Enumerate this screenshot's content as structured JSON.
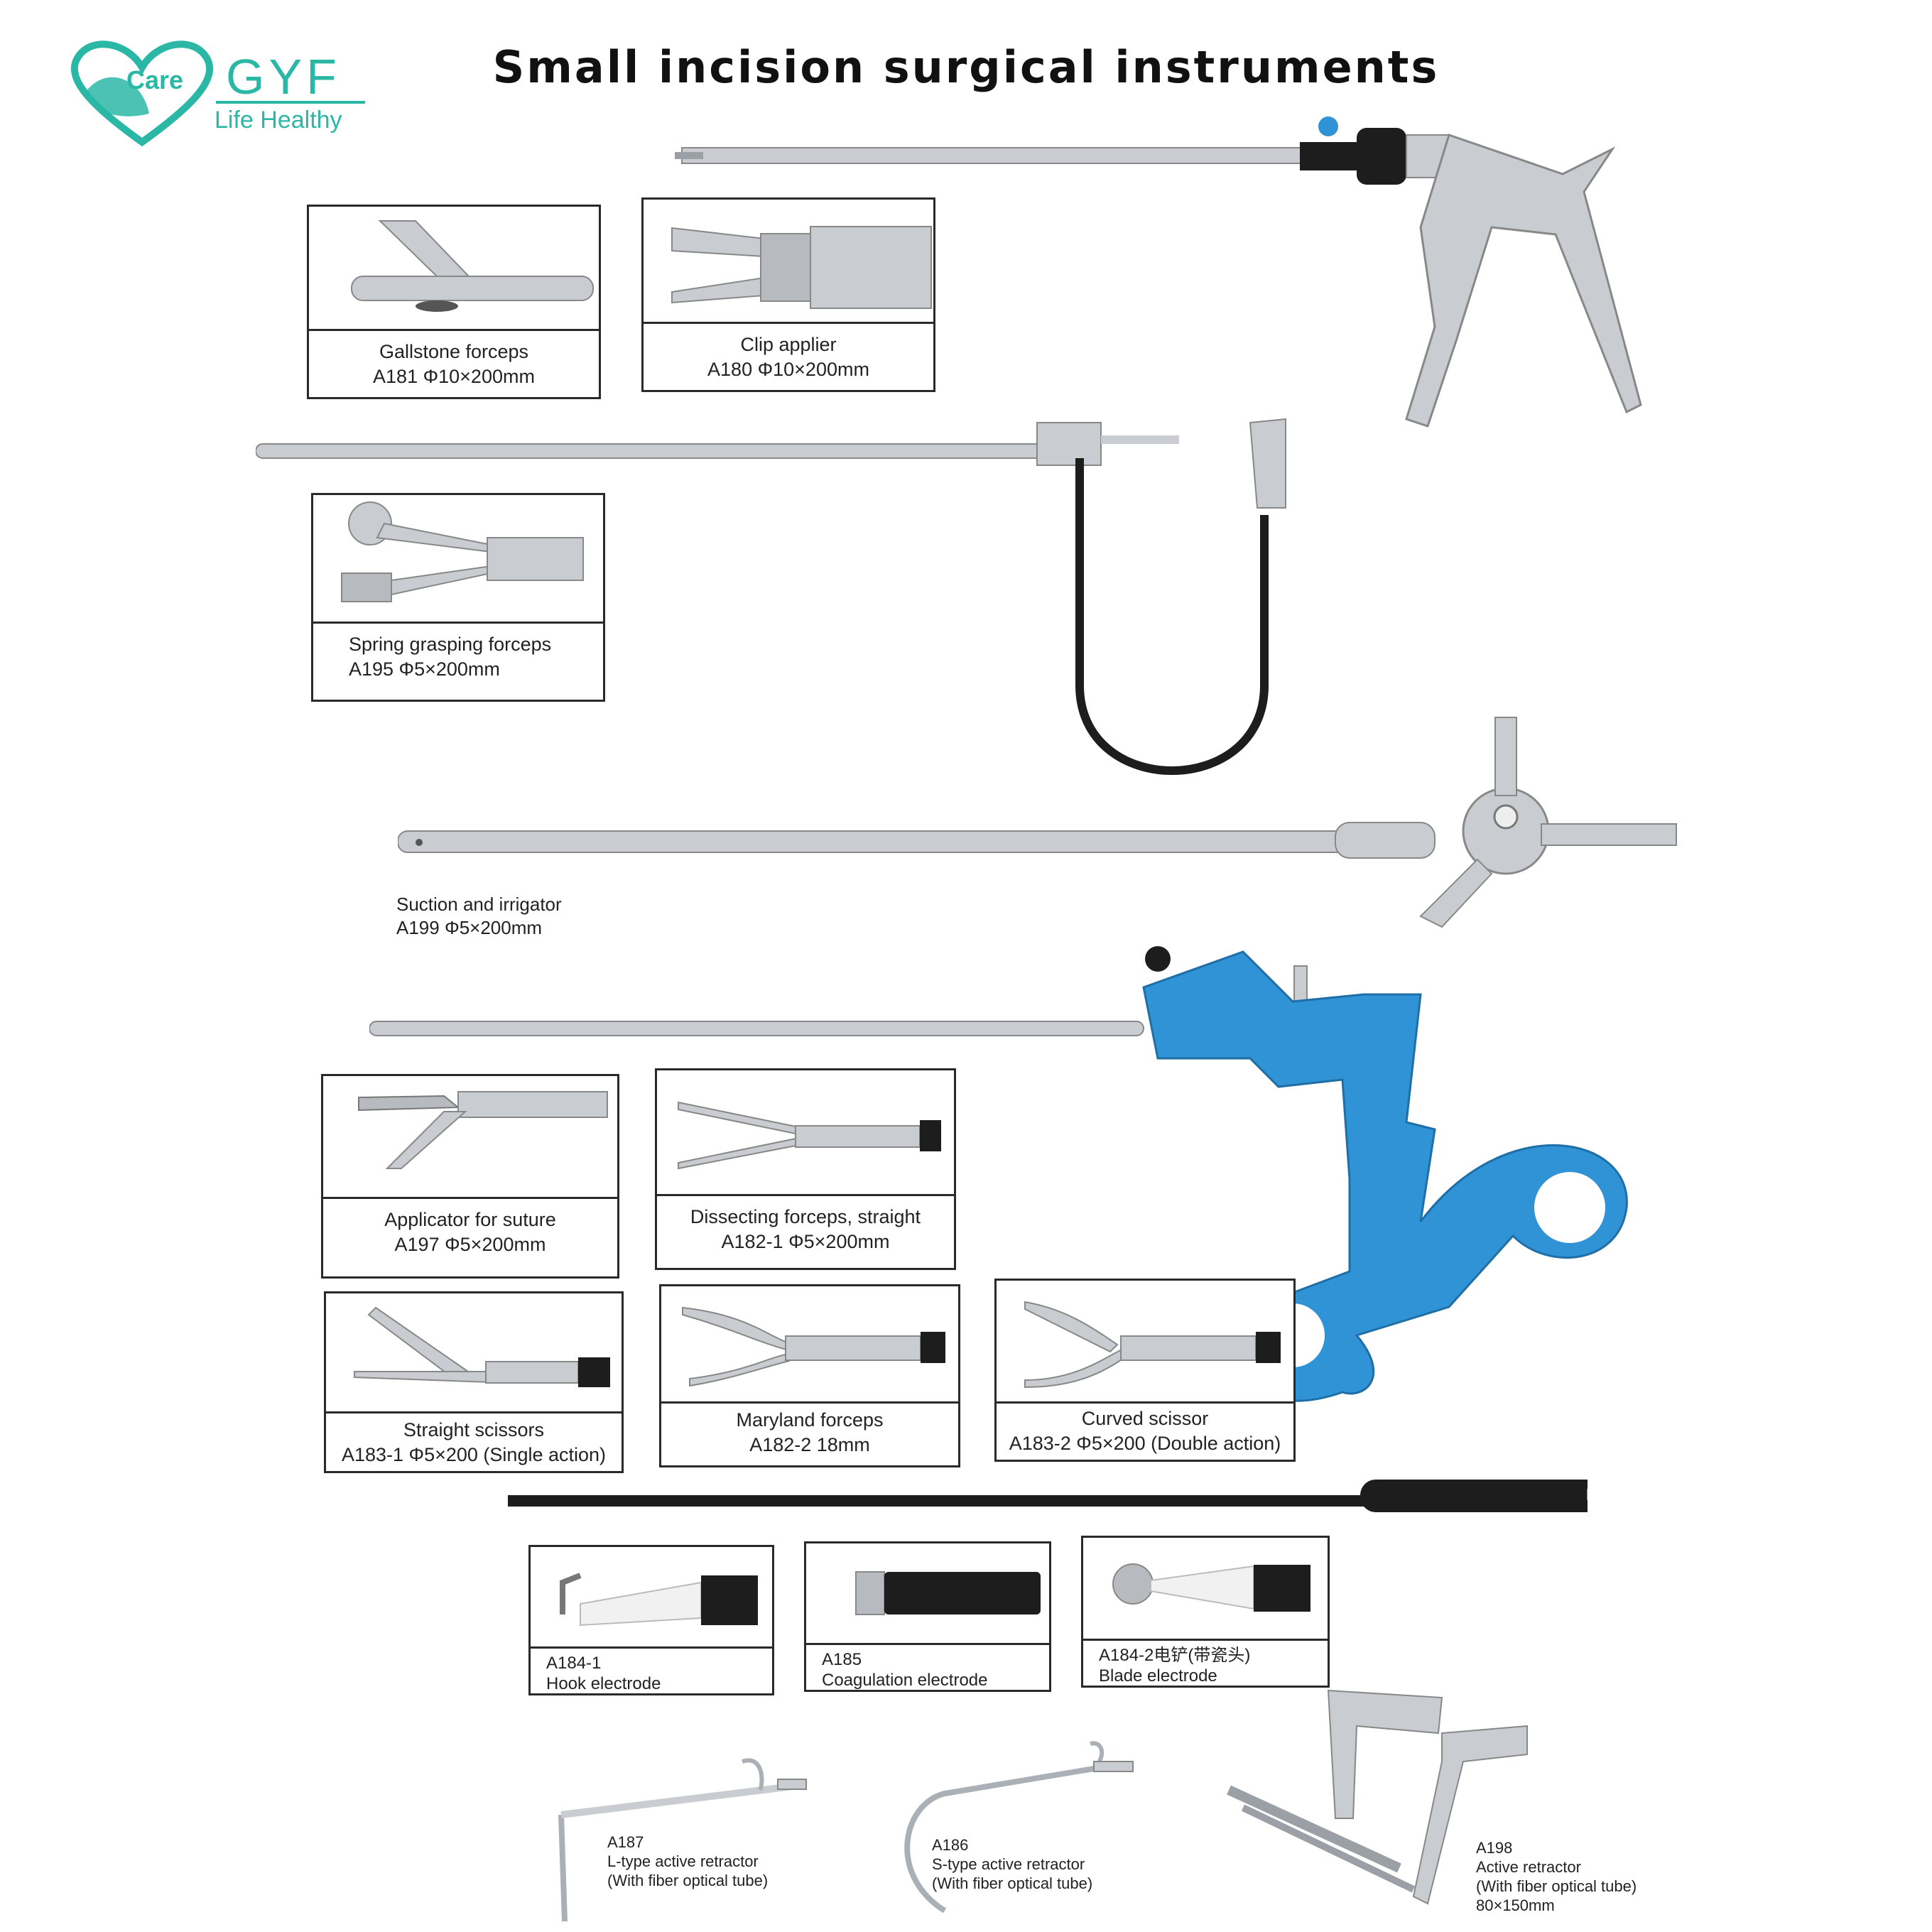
{
  "page": {
    "title": "Small incision surgical instruments"
  },
  "logo": {
    "mark_text": "Care",
    "brand": "GYF",
    "tagline": "Life Healthy",
    "color": "#2bb7a6"
  },
  "colors": {
    "steel": "#c9ccd0",
    "dark": "#1d1d1d",
    "blue_handle": "#2f93d6"
  },
  "cards": [
    {
      "name": "Gallstone forceps",
      "spec": "A181 Φ10×200mm"
    },
    {
      "name": "Clip applier",
      "spec": "A180 Φ10×200mm"
    },
    {
      "name": "Spring grasping forceps",
      "spec": "A195 Φ5×200mm"
    },
    {
      "name": "Applicator for suture",
      "spec": "A197 Φ5×200mm"
    },
    {
      "name": "Dissecting forceps, straight",
      "spec": "A182-1 Φ5×200mm"
    },
    {
      "name": "Straight scissors",
      "spec": "A183-1 Φ5×200 (Single action)"
    },
    {
      "name": "Maryland forceps",
      "spec": "A182-2  18mm"
    },
    {
      "name": "Curved scissor",
      "spec": "A183-2 Φ5×200 (Double action)"
    },
    {
      "name": "Hook electrode",
      "spec": "A184-1"
    },
    {
      "name": "Coagulation electrode",
      "spec": "A185"
    },
    {
      "name": "Blade electrode",
      "spec": "A184-2电铲(带瓷头)"
    }
  ],
  "suction": {
    "name": "Suction and irrigator",
    "spec": "A199 Φ5×200mm"
  },
  "retractors": [
    {
      "code": "A187",
      "name": "L-type active retractor",
      "note": "(With fiber optical tube)"
    },
    {
      "code": "A186",
      "name": "S-type active retractor",
      "note": "(With fiber optical tube)"
    },
    {
      "code": "A198",
      "name": "Active retractor",
      "note": "(With fiber optical tube)",
      "size": "80×150mm"
    }
  ]
}
